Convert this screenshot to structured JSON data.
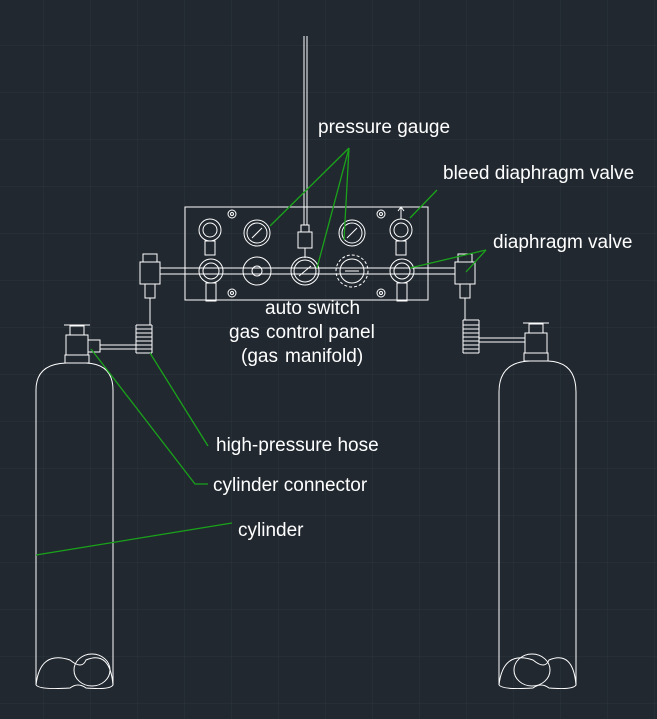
{
  "labels": {
    "pressure_gauge": "pressure gauge",
    "bleed_valve": "bleed diaphragm valve",
    "diaphragm_valve": "diaphragm valve",
    "panel_line1": "auto switch",
    "panel_line2_a": "gas",
    "panel_line2_b": "control panel",
    "panel_line3_a": "(gas",
    "panel_line3_b": "manifold)",
    "hose": "high-pressure hose",
    "connector": "cylinder connector",
    "cylinder": "cylinder"
  },
  "colors": {
    "background": "#212830",
    "grid": "#2c343d",
    "drawing": "#ffffff",
    "leader": "#1aa31a",
    "text": "#ffffff"
  }
}
